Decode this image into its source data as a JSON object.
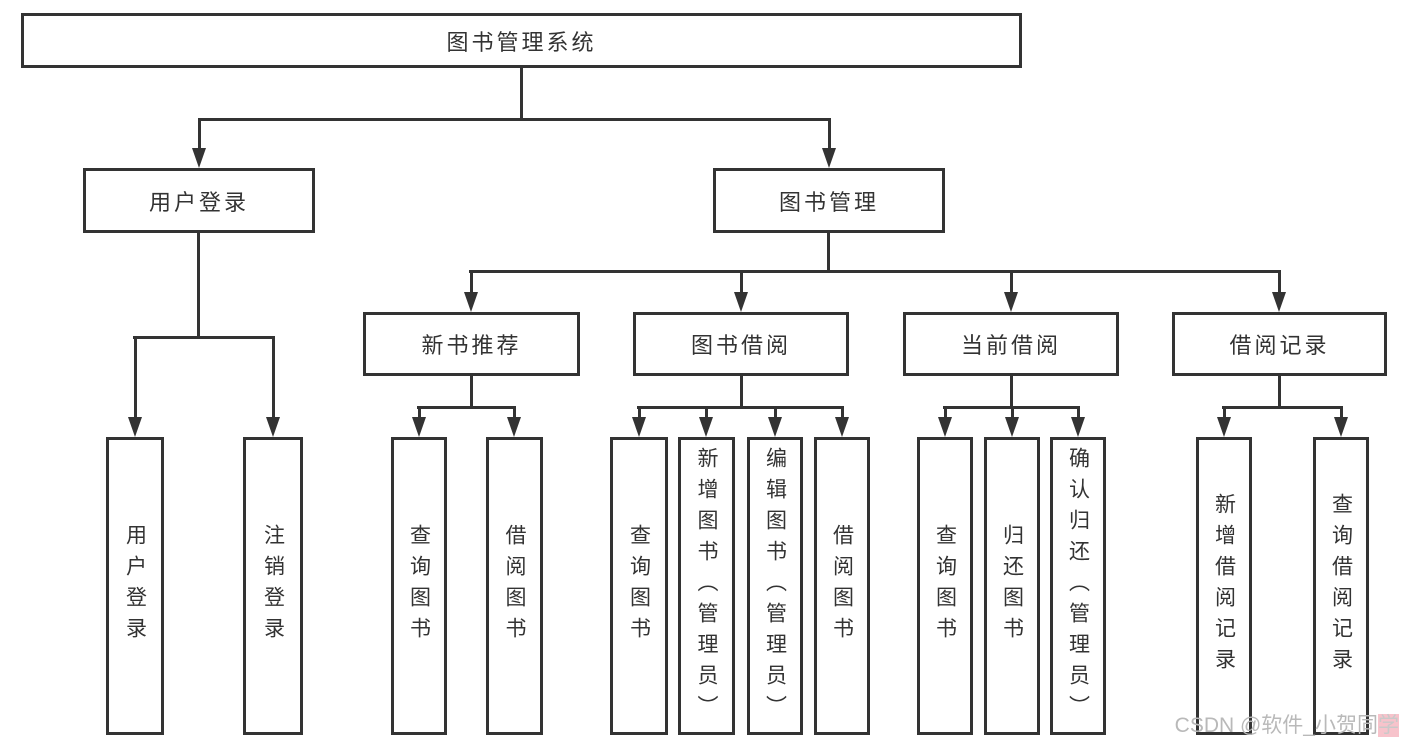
{
  "tree": {
    "root": {
      "label": "图书管理系统"
    },
    "children": [
      {
        "label": "用户登录",
        "children": [
          {
            "label": "用户登录"
          },
          {
            "label": "注销登录"
          }
        ]
      },
      {
        "label": "图书管理",
        "children": [
          {
            "label": "新书推荐",
            "children": [
              {
                "label": "查询图书"
              },
              {
                "label": "借阅图书"
              }
            ]
          },
          {
            "label": "图书借阅",
            "children": [
              {
                "label": "查询图书"
              },
              {
                "label": "新增图书（管理员）"
              },
              {
                "label": "编辑图书（管理员）"
              },
              {
                "label": "借阅图书"
              }
            ]
          },
          {
            "label": "当前借阅",
            "children": [
              {
                "label": "查询图书"
              },
              {
                "label": "归还图书"
              },
              {
                "label": "确认归还（管理员）"
              }
            ]
          },
          {
            "label": "借阅记录",
            "children": [
              {
                "label": "新增借阅记录"
              },
              {
                "label": "查询借阅记录"
              }
            ]
          }
        ]
      }
    ]
  },
  "watermark": {
    "prefix": "CSDN @软件_小贺同",
    "accent": "学"
  },
  "colors": {
    "line": "#333333",
    "text": "#333333",
    "background": "#ffffff",
    "watermark": "#b9b9b9",
    "watermark_accent": "#f7c3cb"
  }
}
